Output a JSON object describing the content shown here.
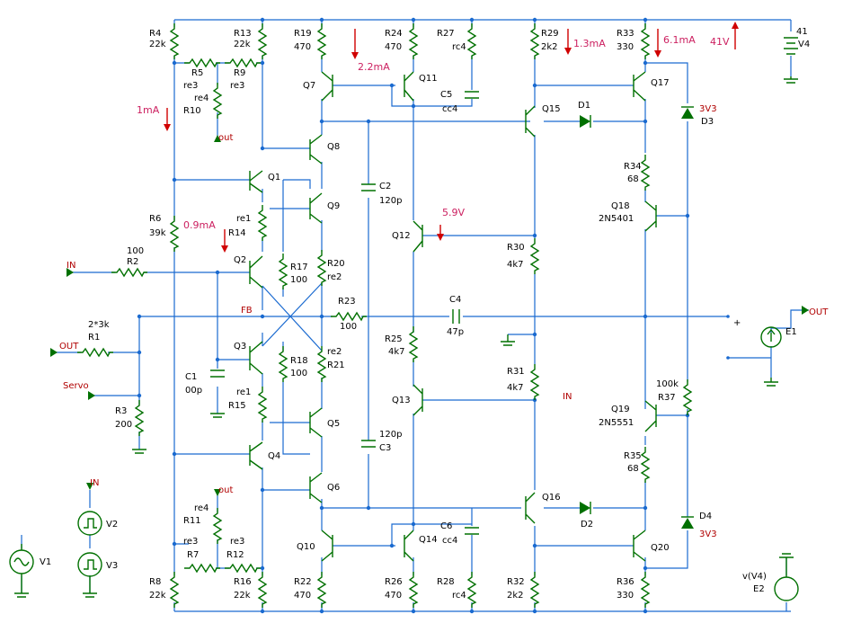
{
  "labels": {
    "R4": [
      "R4",
      "22k"
    ],
    "R13": [
      "R13",
      "22k"
    ],
    "R19": [
      "R19",
      "470"
    ],
    "R24": [
      "R24",
      "470"
    ],
    "R27": [
      "R27",
      "rc4"
    ],
    "R29": [
      "R29",
      "2k2"
    ],
    "R33": [
      "R33",
      "330"
    ],
    "R5": [
      "R5",
      "re3"
    ],
    "R9": [
      "R9",
      "re3"
    ],
    "R10": [
      "re4",
      "R10"
    ],
    "R6": [
      "R6",
      "39k"
    ],
    "R14": [
      "re1",
      "R14"
    ],
    "R17": [
      "R17",
      "100"
    ],
    "R20": [
      "R20",
      "re2"
    ],
    "R23": [
      "R23",
      "100"
    ],
    "R2": [
      "100",
      "R2"
    ],
    "R1": [
      "2*3k",
      "R1"
    ],
    "R3": [
      "R3",
      "200"
    ],
    "R18": [
      "R18",
      "100"
    ],
    "R21": [
      "re2",
      "R21"
    ],
    "R15": [
      "re1",
      "R15"
    ],
    "R25": [
      "R25",
      "4k7"
    ],
    "R30": [
      "R30",
      "4k7"
    ],
    "R31": [
      "R31",
      "4k7"
    ],
    "R34": [
      "R34",
      "68"
    ],
    "R35": [
      "R35",
      "68"
    ],
    "R37": [
      "100k",
      "R37"
    ],
    "R11": [
      "re4",
      "R11"
    ],
    "R7": [
      "re3",
      "R7"
    ],
    "R12": [
      "re3",
      "R12"
    ],
    "R8": [
      "R8",
      "22k"
    ],
    "R16": [
      "R16",
      "22k"
    ],
    "R22": [
      "R22",
      "470"
    ],
    "R26": [
      "R26",
      "470"
    ],
    "R28": [
      "R28",
      "rc4"
    ],
    "R32": [
      "R32",
      "2k2"
    ],
    "R36": [
      "R36",
      "330"
    ],
    "C1": [
      "C1",
      "00p"
    ],
    "C2": [
      "C2",
      "120p"
    ],
    "C3": [
      "120p",
      "C3"
    ],
    "C4": [
      "C4",
      "47p"
    ],
    "C5": [
      "C5",
      "cc4"
    ],
    "C6": [
      "C6",
      "cc4"
    ],
    "Q1": "Q1",
    "Q2": "Q2",
    "Q3": "Q3",
    "Q4": "Q4",
    "Q5": "Q5",
    "Q6": "Q6",
    "Q7": "Q7",
    "Q8": "Q8",
    "Q9": "Q9",
    "Q10": "Q10",
    "Q11": "Q11",
    "Q12": "Q12",
    "Q13": "Q13",
    "Q14": "Q14",
    "Q15": "Q15",
    "Q16": "Q16",
    "Q17": "Q17",
    "Q18": [
      "Q18",
      "2N5401"
    ],
    "Q19": [
      "Q19",
      "2N5551"
    ],
    "Q20": "Q20",
    "D1": "D1",
    "D2": "D2",
    "D3": [
      "3V3",
      "D3"
    ],
    "D4": [
      "D4",
      "3V3"
    ],
    "V1": "V1",
    "V2": "V2",
    "V3": "V3",
    "V4": [
      "41",
      "V4"
    ],
    "E1": "E1",
    "E2": [
      "v(V4)",
      "E2"
    ]
  },
  "nets": {
    "in1": "IN",
    "in2": "IN",
    "in3": "IN",
    "out1": "OUT",
    "out2": "OUT",
    "servo": "Servo",
    "fb": "FB",
    "outA": "out",
    "outB": "out",
    "plus": "+"
  },
  "annotations": {
    "i1": "1mA",
    "i2": "0.9mA",
    "i3": "2.2mA",
    "i4": "5.9V",
    "i5": "1.3mA",
    "i6": "6.1mA",
    "i7": "41V"
  },
  "colors": {
    "wire": "#1a6ad0",
    "component": "#007000",
    "net_label": "#b00000",
    "annotation": "#cc2060",
    "arrow": "#d00000"
  }
}
